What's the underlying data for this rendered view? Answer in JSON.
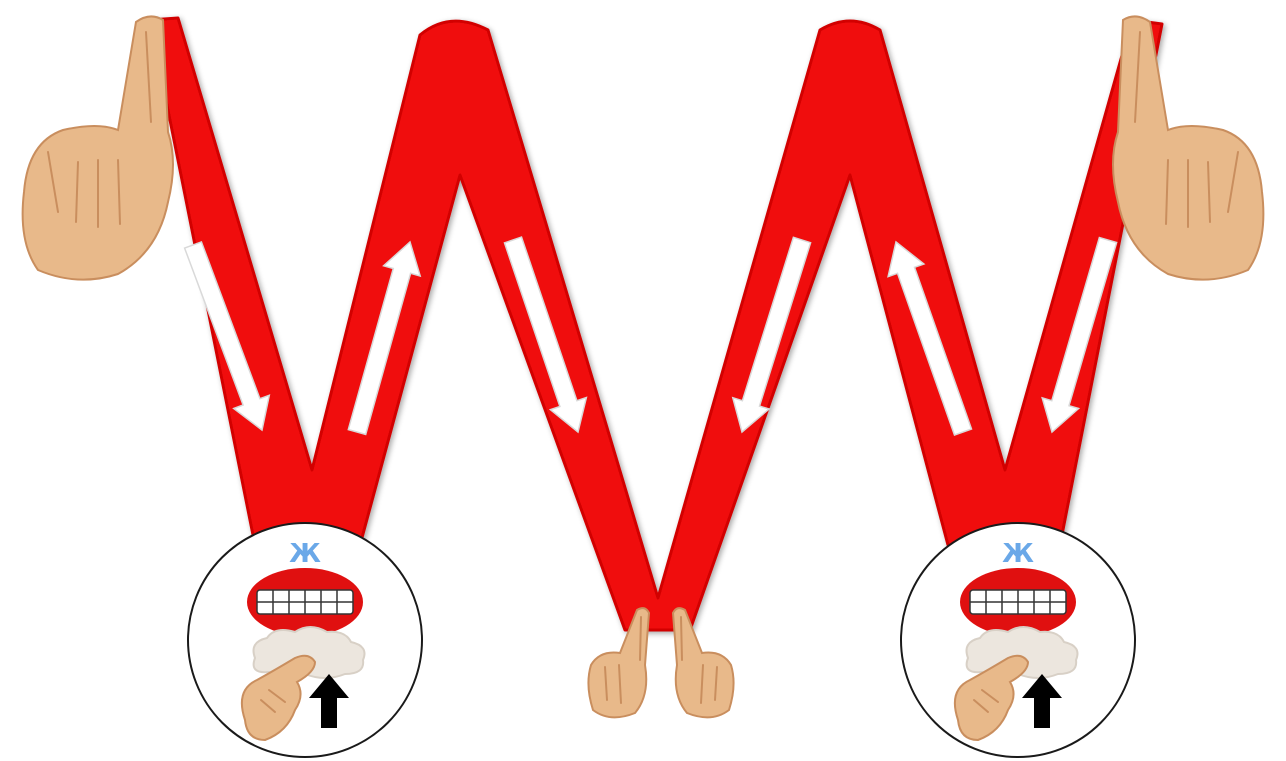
{
  "diagram": {
    "letter_shape": "W",
    "colors": {
      "ribbon": "#f01010",
      "ribbon_edge": "#d20000",
      "arrow": "#ffffff",
      "arrow_outline": "#d9d9d9",
      "skin": "#e8b98a",
      "skin_shadow": "#c98e5e",
      "lips": "#e01010",
      "teeth": "#ffffff",
      "symbol": "#6aa8e8",
      "up_arrow": "#000000",
      "circle_border": "#1a1a1a"
    },
    "stroke_arrows": [
      {
        "direction": "down",
        "name": "arrow-1-down"
      },
      {
        "direction": "up",
        "name": "arrow-2-up"
      },
      {
        "direction": "down",
        "name": "arrow-3-down"
      },
      {
        "direction": "down",
        "name": "arrow-4-down"
      },
      {
        "direction": "up",
        "name": "arrow-5-up"
      },
      {
        "direction": "down",
        "name": "arrow-6-down"
      }
    ],
    "articulation_badges": [
      {
        "name": "articulation-badge-left",
        "symbol": "Ж"
      },
      {
        "name": "articulation-badge-right",
        "symbol": "Ж"
      }
    ]
  }
}
